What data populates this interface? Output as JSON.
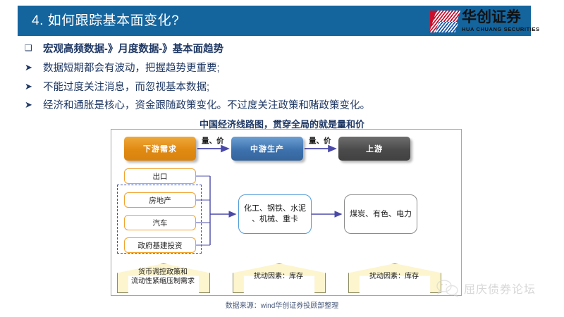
{
  "header": {
    "title": "4. 如何跟踪基本面变化?",
    "bar_color": "#14659E",
    "brand": {
      "cn": "华创证券",
      "en": "HUA CHUANG SECURITIES",
      "mark_red": "#C8102E",
      "mark_blue": "#1B55A5"
    }
  },
  "bullets": [
    {
      "marker": "❑",
      "text": "宏观高频数据-》月度数据-》基本面趋势",
      "lead": true
    },
    {
      "marker": "➤",
      "text": "数据短期都会有波动，把握趋势更重要;",
      "lead": false
    },
    {
      "marker": "➤",
      "text": "不能过度关注消息，而忽视基本数据;",
      "lead": false
    },
    {
      "marker": "➤",
      "text": "经济和通胀是核心，资金跟随政策变化。不过度关注政策和赌政策变化。",
      "lead": false
    }
  ],
  "diagram": {
    "title": "中国经济线路图，贯穿全局的就是量和价",
    "top_nodes": [
      {
        "label": "下游需求",
        "color": "#E08A12"
      },
      {
        "label": "中游生产",
        "color": "#3D72AE"
      },
      {
        "label": "上游",
        "color": "#4B4B4B"
      }
    ],
    "flow_labels": [
      "量、价",
      "量、价"
    ],
    "left_boxes": [
      {
        "label": "出口"
      },
      {
        "label": "房地产"
      },
      {
        "label": "汽车"
      },
      {
        "label": "政府基建投资"
      }
    ],
    "middle_box": {
      "line1": "化工、钢铁、水泥",
      "line2": "、机械、重卡",
      "border": "#4E9BD6"
    },
    "right_box": {
      "line1": "煤炭、有色、电力",
      "border": "#8C8C8C"
    },
    "banners": [
      {
        "line1": "货币调控政策和",
        "line2": "流动性紧缩压制需求"
      },
      {
        "line1": "扰动因素：库存",
        "line2": ""
      },
      {
        "line1": "扰动因素：库存",
        "line2": ""
      }
    ],
    "banner_fill": "#FDF5CE",
    "dashed_color": "#3F4FA8",
    "connector_color": "#4A49A8"
  },
  "footer": {
    "source": "数据来源：wind华创证券投顾部整理",
    "watermark": "屈庆债券论坛"
  }
}
